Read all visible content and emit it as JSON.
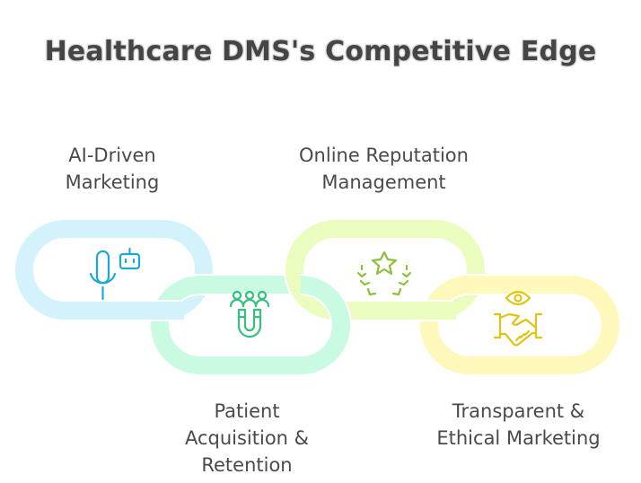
{
  "title": "Healthcare DMS's Competitive Edge",
  "links": [
    {
      "id": "ai-driven-marketing",
      "label": "AI-Driven\nMarketing",
      "label_position": "top",
      "icon": "microphone-robot-icon",
      "link_color": "#D4F2FC",
      "icon_color": "#1BA8D8"
    },
    {
      "id": "patient-acquisition-retention",
      "label": "Patient\nAcquisition &\nRetention",
      "label_position": "bottom",
      "icon": "people-magnet-icon",
      "link_color": "#C8FBE2",
      "icon_color": "#34C07E"
    },
    {
      "id": "online-reputation-management",
      "label": "Online Reputation\nManagement",
      "label_position": "top",
      "icon": "star-laurel-icon",
      "link_color": "#EAFCBE",
      "icon_color": "#8CC038"
    },
    {
      "id": "transparent-ethical-marketing",
      "label": "Transparent &\nEthical Marketing",
      "label_position": "bottom",
      "icon": "eye-handshake-icon",
      "link_color": "#FFF8BB",
      "icon_color": "#E0C414"
    }
  ]
}
